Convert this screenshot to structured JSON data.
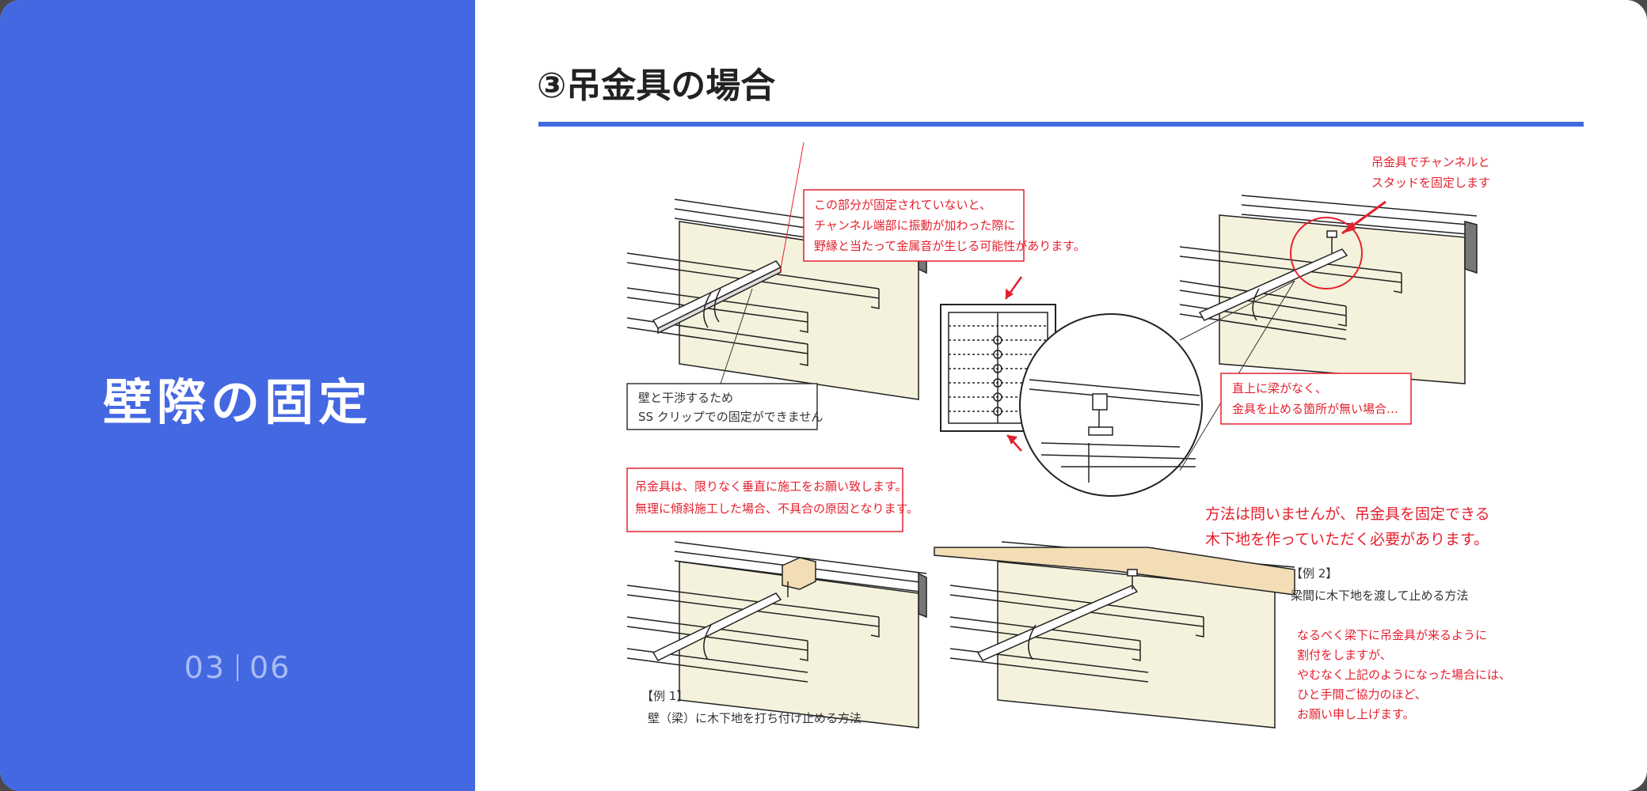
{
  "sidebar": {
    "section_title": "壁際の固定",
    "page_current": "03",
    "page_total": "06"
  },
  "main": {
    "heading": "③吊金具の場合"
  },
  "figure": {
    "callout_top_center": [
      "この部分が固定されていないと、",
      "チャンネル端部に振動が加わった際に",
      "野縁と当たって金属音が生じる可能性があります。"
    ],
    "callout_wall": [
      "壁と干渉するため",
      "SS クリップでの固定ができません"
    ],
    "callout_hanger_top": [
      "吊金具でチャンネルと",
      "スタッドを固定します"
    ],
    "callout_no_beam": [
      "直上に梁がなく、",
      "金具を止める箇所が無い場合…"
    ],
    "callout_vertical": [
      "吊金具は、限りなく垂直に施工をお願い致します。",
      "無理に傾斜施工した場合、不具合の原因となります。"
    ],
    "method_note": [
      "方法は問いませんが、吊金具を固定できる",
      "木下地を作っていただく必要があります。"
    ],
    "example1_tag": "【例 1】",
    "example1_text": "壁（梁）に木下地を打ち付け止める方法",
    "example2_tag": "【例 2】",
    "example2_text": "梁間に木下地を渡して止める方法",
    "request_note": [
      "なるべく梁下に吊金具が来るように",
      "割付をしますが、",
      "やむなく上記のようになった場合には、",
      "ひと手間ご協力のほど、",
      "お願い申し上げます。"
    ]
  }
}
